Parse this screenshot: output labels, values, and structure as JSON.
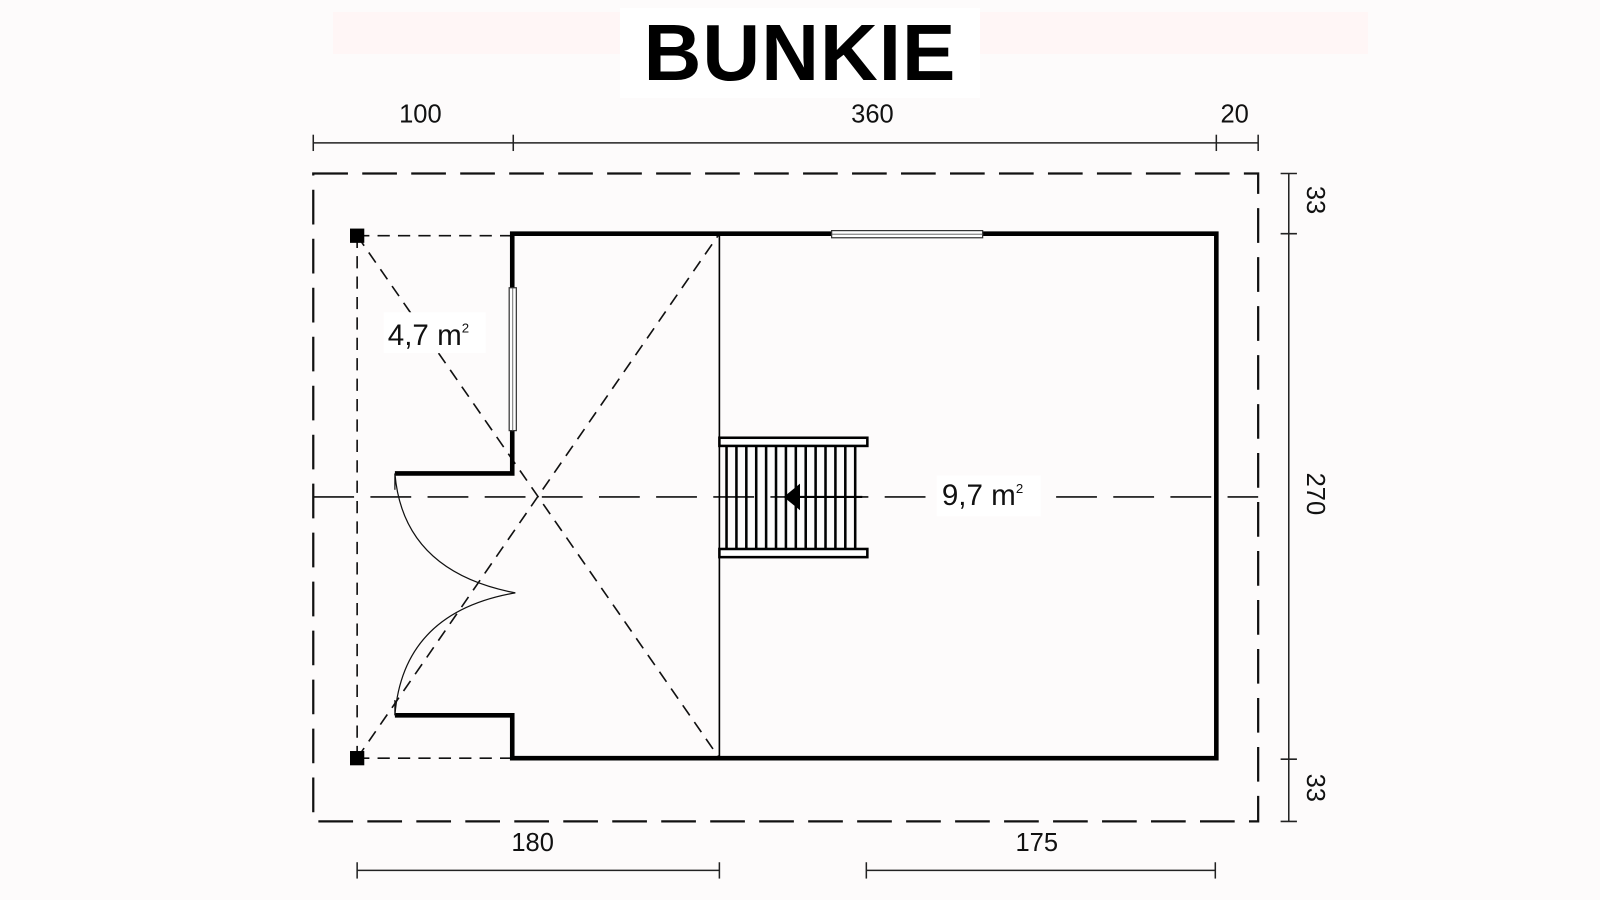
{
  "title": "BUNKIE",
  "dimensions": {
    "top": [
      "100",
      "360",
      "20"
    ],
    "right": [
      "33",
      "270",
      "33"
    ],
    "bottom": [
      "180",
      "175"
    ]
  },
  "areas": {
    "terrace": {
      "value": "4,7 m",
      "sup": "2"
    },
    "room": {
      "value": "9,7 m",
      "sup": "2"
    }
  }
}
